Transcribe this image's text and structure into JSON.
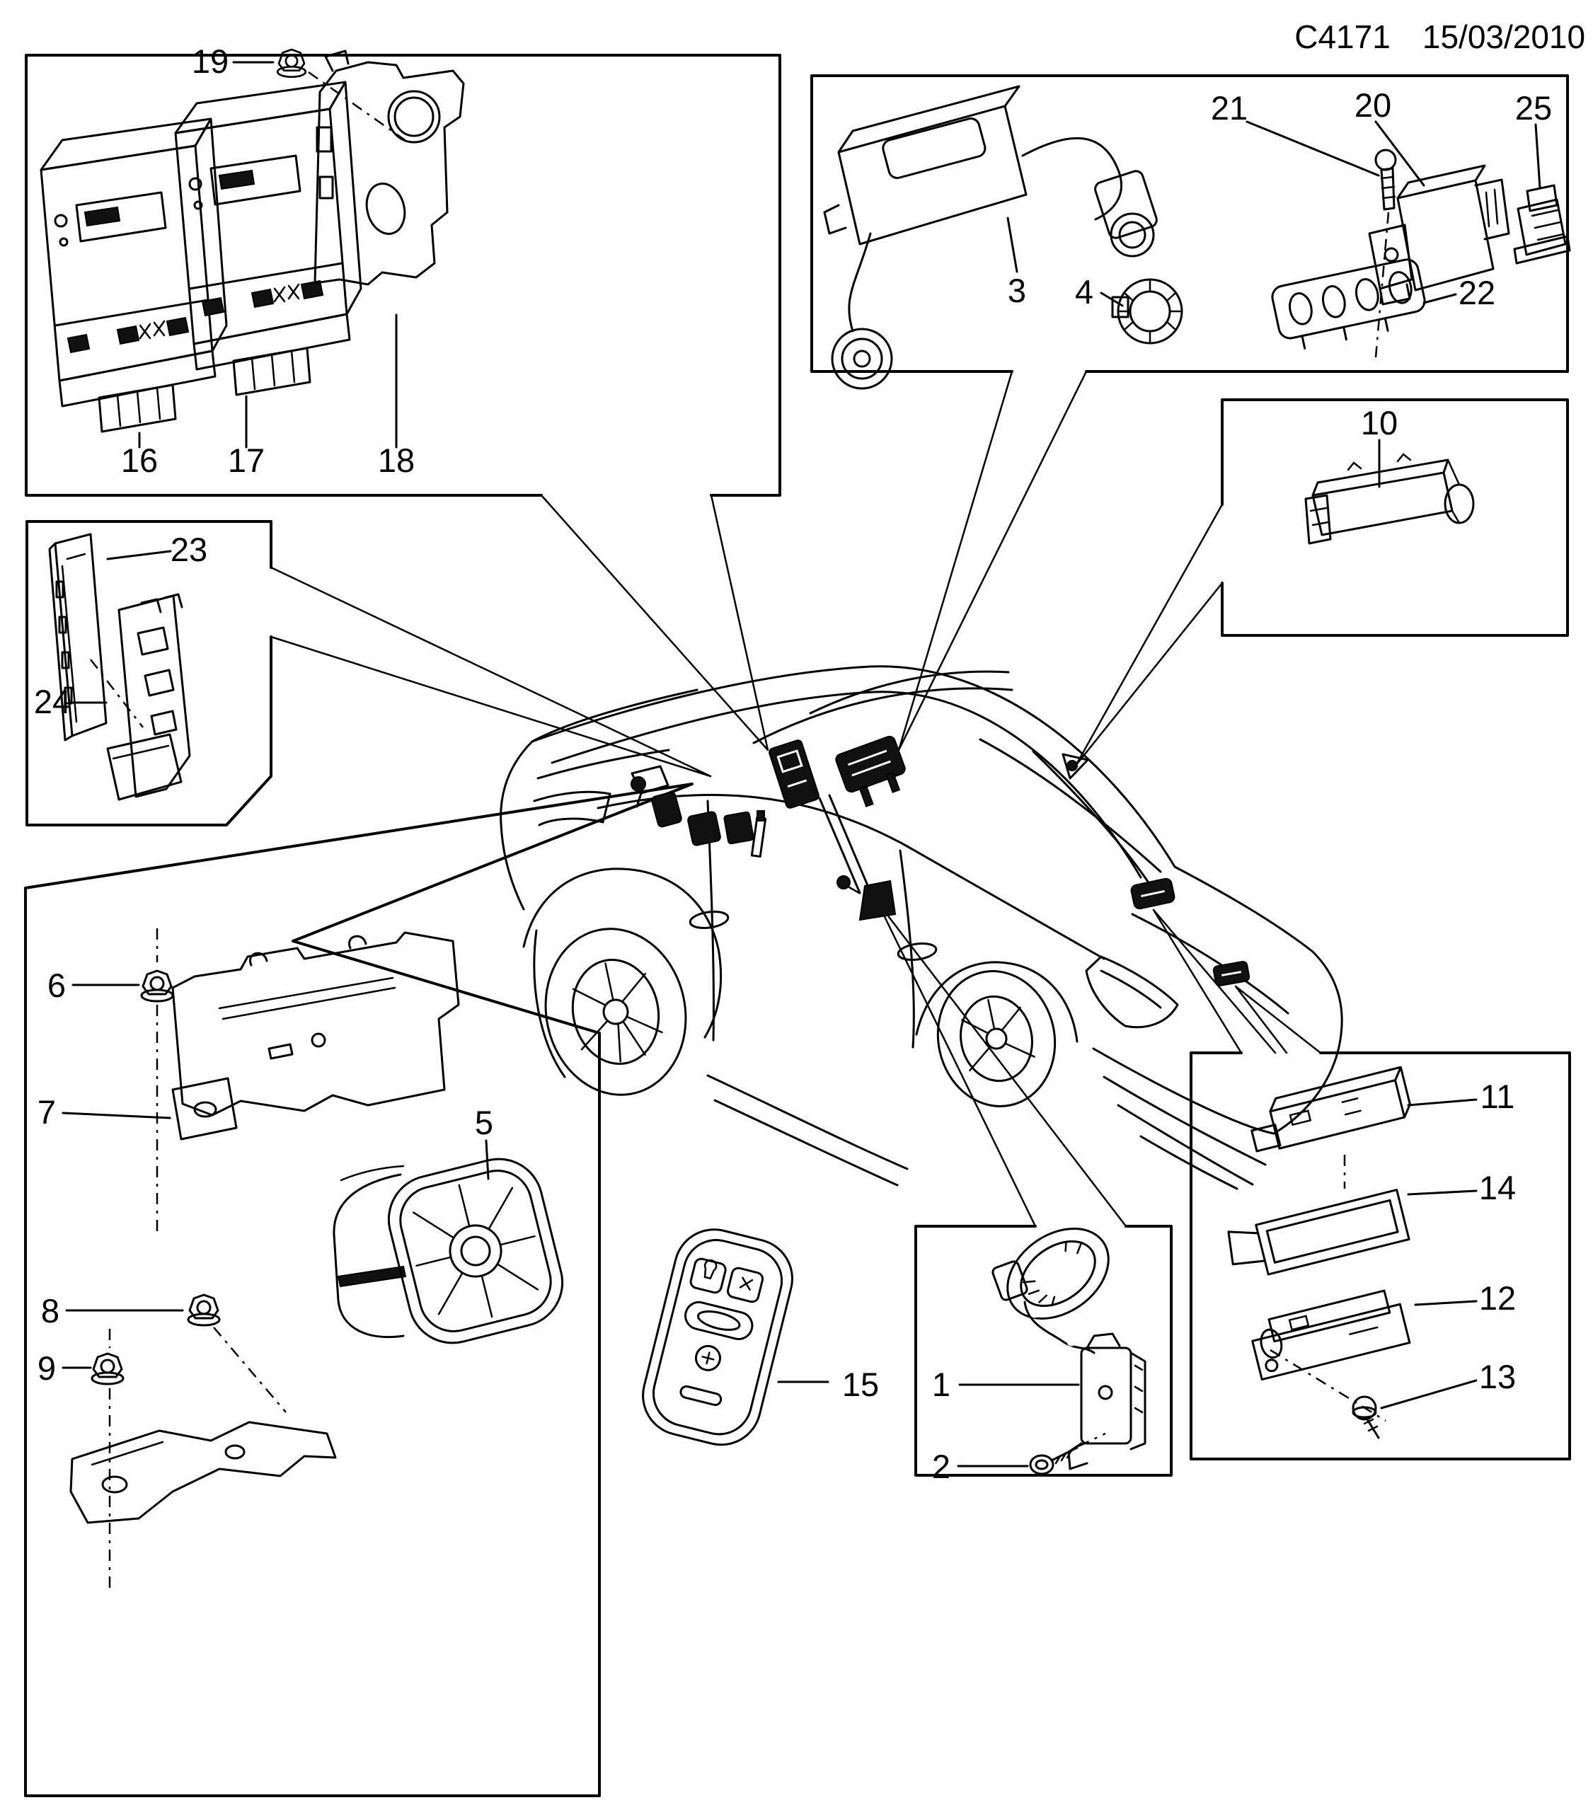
{
  "header": {
    "code": "C4171",
    "date": "15/03/2010"
  },
  "callouts": {
    "c1": {
      "label": "1"
    },
    "c2": {
      "label": "2"
    },
    "c3": {
      "label": "3"
    },
    "c4": {
      "label": "4"
    },
    "c5": {
      "label": "5"
    },
    "c6": {
      "label": "6"
    },
    "c7": {
      "label": "7"
    },
    "c8": {
      "label": "8"
    },
    "c9": {
      "label": "9"
    },
    "c10": {
      "label": "10"
    },
    "c11": {
      "label": "11"
    },
    "c12": {
      "label": "12"
    },
    "c13": {
      "label": "13"
    },
    "c14": {
      "label": "14"
    },
    "c15": {
      "label": "15"
    },
    "c16": {
      "label": "16"
    },
    "c17": {
      "label": "17"
    },
    "c18": {
      "label": "18"
    },
    "c19": {
      "label": "19"
    },
    "c20": {
      "label": "20"
    },
    "c21": {
      "label": "21"
    },
    "c22": {
      "label": "22"
    },
    "c23": {
      "label": "23"
    },
    "c24": {
      "label": "24"
    },
    "c25": {
      "label": "25"
    }
  },
  "panels": [
    {
      "name": "control-modules-panel",
      "callouts": [
        "16",
        "17",
        "18",
        "19"
      ]
    },
    {
      "name": "receiver-sensors-panel",
      "callouts": [
        "3",
        "4",
        "20",
        "21",
        "22",
        "25"
      ]
    },
    {
      "name": "roof-antenna-panel",
      "callouts": [
        "10"
      ]
    },
    {
      "name": "module-bracket-panel",
      "callouts": [
        "23",
        "24"
      ]
    },
    {
      "name": "alarm-siren-panel",
      "callouts": [
        "5",
        "6",
        "7",
        "8",
        "9"
      ]
    },
    {
      "name": "door-lock-sensor-panel",
      "callouts": [
        "1",
        "2"
      ]
    },
    {
      "name": "rear-antennas-panel",
      "callouts": [
        "11",
        "12",
        "13",
        "14"
      ]
    },
    {
      "name": "remote-key",
      "callouts": [
        "15"
      ]
    }
  ]
}
